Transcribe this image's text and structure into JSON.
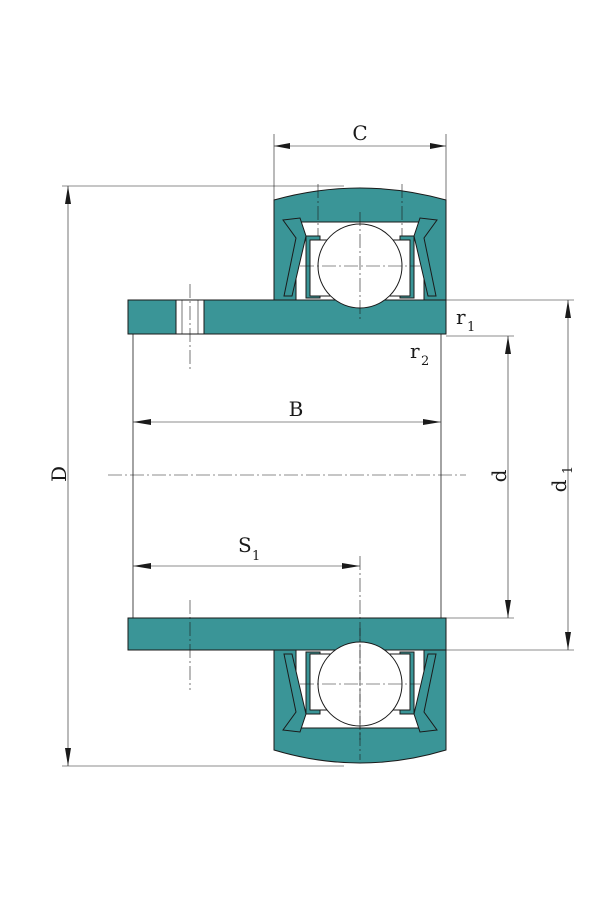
{
  "colors": {
    "fill": "#3a9597",
    "line": "#1a1a1a",
    "background": "#ffffff"
  },
  "labels": {
    "C": "C",
    "D": "D",
    "B": "B",
    "d": "d",
    "d1_main": "d",
    "d1_sub": "1",
    "S1_main": "S",
    "S1_sub": "1",
    "r1_main": "r",
    "r1_sub": "1",
    "r2_main": "r",
    "r2_sub": "2"
  }
}
